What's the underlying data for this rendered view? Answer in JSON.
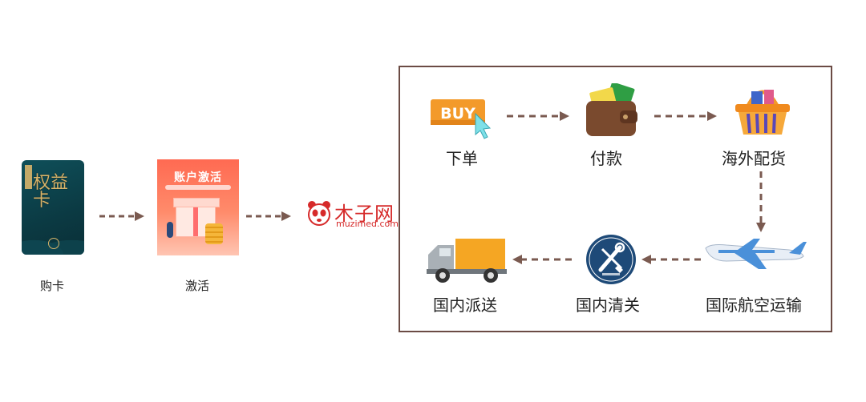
{
  "left_flow": {
    "card": {
      "title": "权益卡",
      "label": "购卡"
    },
    "activate": {
      "poster_title": "账户激活",
      "label": "激活"
    },
    "logo": {
      "brand": "木子网",
      "url": "muzimed.com"
    }
  },
  "flow_box": {
    "steps": [
      {
        "label": "下单",
        "icon": "buy-button-icon"
      },
      {
        "label": "付款",
        "icon": "wallet-icon"
      },
      {
        "label": "海外配货",
        "icon": "shopping-basket-icon"
      },
      {
        "label": "国际航空运输",
        "icon": "airplane-icon"
      },
      {
        "label": "国内清关",
        "icon": "customs-emblem-icon"
      },
      {
        "label": "国内派送",
        "icon": "delivery-truck-icon"
      }
    ],
    "buy_text": "BUY"
  },
  "colors": {
    "arrow": "#7a5a50",
    "box_border": "#6b4b44",
    "brand_red": "#d62a2a",
    "buy_orange": "#f39a2a",
    "truck_yellow": "#f5a623",
    "customs_navy": "#1e4a78",
    "wallet_brown": "#7a4a2e"
  }
}
